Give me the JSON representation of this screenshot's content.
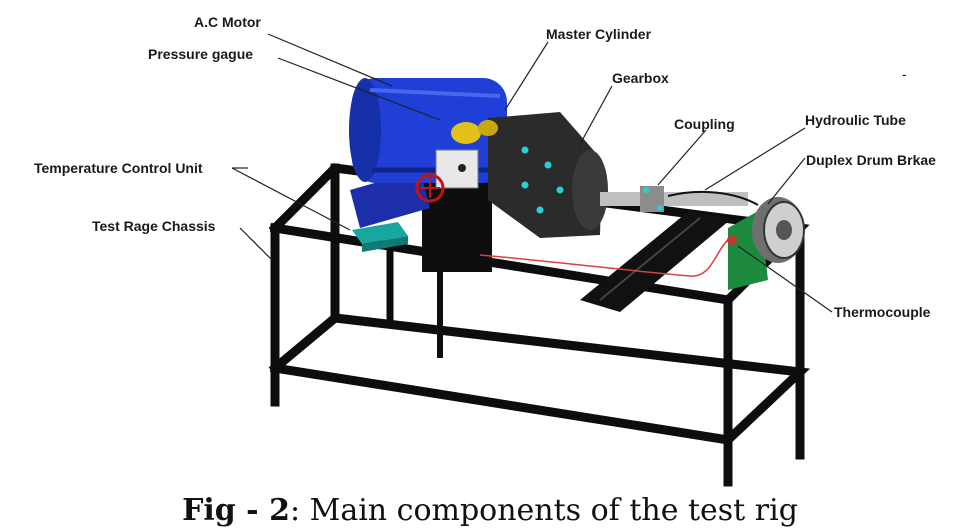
{
  "labels": {
    "ac_motor": "A.C Motor",
    "pressure_gauge": "Pressure gague",
    "master_cylinder": "Master Cylinder",
    "gearbox": "Gearbox",
    "coupling": "Coupling",
    "hydraulic_tube": "Hydroulic Tube",
    "duplex_drum_brake": "Duplex Drum Brkae",
    "temperature_control_unit": "Temperature Control Unit",
    "test_rig_chassis": "Test Rage Chassis",
    "thermocouple": "Thermocouple",
    "stray_mark": "-"
  },
  "caption": {
    "prefix": "Fig - 2",
    "text": ": Main components of the test rig"
  },
  "colors": {
    "frame": "#0d0d0d",
    "motor": "#1f3fd6",
    "gearbox": "#2b2b2b",
    "chassis_accent": "#1e8a3e",
    "control_unit": "#18a6a0",
    "gauge": "#e2c21a",
    "wire": "#d8423a"
  }
}
